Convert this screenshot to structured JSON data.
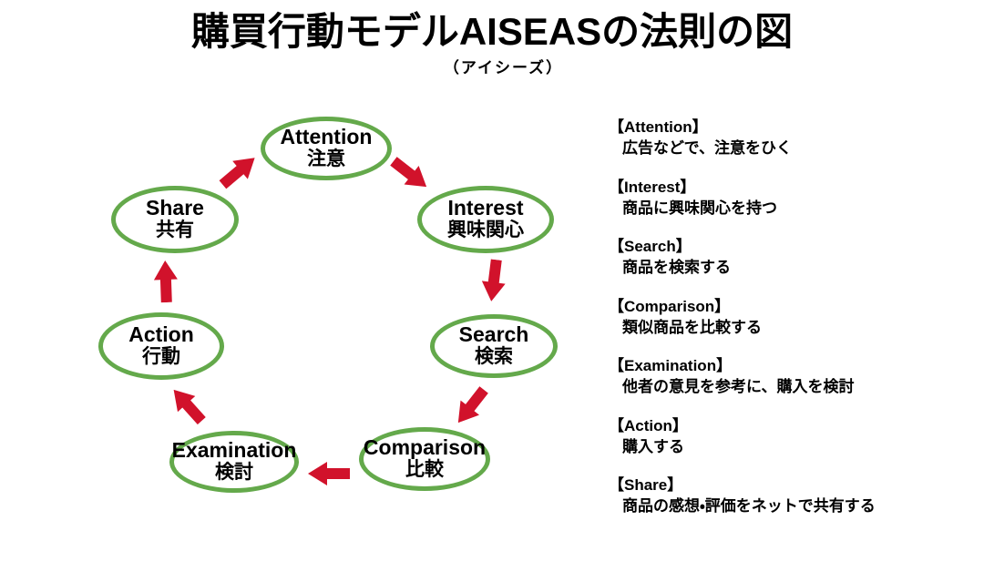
{
  "title": "購買行動モデルAISEASの法則の図",
  "subtitle": "（アイシーズ）",
  "colors": {
    "node_border": "#64a94b",
    "arrow": "#d1122b",
    "text": "#000000",
    "background": "#ffffff"
  },
  "cycle": {
    "nodes": [
      {
        "id": "attention",
        "en": "Attention",
        "ja": "注意"
      },
      {
        "id": "interest",
        "en": "Interest",
        "ja": "興味関心"
      },
      {
        "id": "search",
        "en": "Search",
        "ja": "検索"
      },
      {
        "id": "comparison",
        "en": "Comparison",
        "ja": "比較"
      },
      {
        "id": "examination",
        "en": "Examination",
        "ja": "検討"
      },
      {
        "id": "action",
        "en": "Action",
        "ja": "行動"
      },
      {
        "id": "share",
        "en": "Share",
        "ja": "共有"
      }
    ],
    "arrows": [
      {
        "from": "attention",
        "to": "interest"
      },
      {
        "from": "interest",
        "to": "search"
      },
      {
        "from": "search",
        "to": "comparison"
      },
      {
        "from": "comparison",
        "to": "examination"
      },
      {
        "from": "examination",
        "to": "action"
      },
      {
        "from": "action",
        "to": "share"
      },
      {
        "from": "share",
        "to": "attention"
      }
    ]
  },
  "legend": {
    "items": [
      {
        "label": "【Attention】",
        "description": "広告などで、注意をひく"
      },
      {
        "label": "【Interest】",
        "description": "商品に興味関心を持つ"
      },
      {
        "label": "【Search】",
        "description": "商品を検索する"
      },
      {
        "label": "【Comparison】",
        "description": "類似商品を比較する"
      },
      {
        "label": "【Examination】",
        "description": "他者の意見を参考に、購入を検討"
      },
      {
        "label": "【Action】",
        "description": "購入する"
      },
      {
        "label": "【Share】",
        "description": "商品の感想・評価をネットで共有する"
      }
    ]
  }
}
